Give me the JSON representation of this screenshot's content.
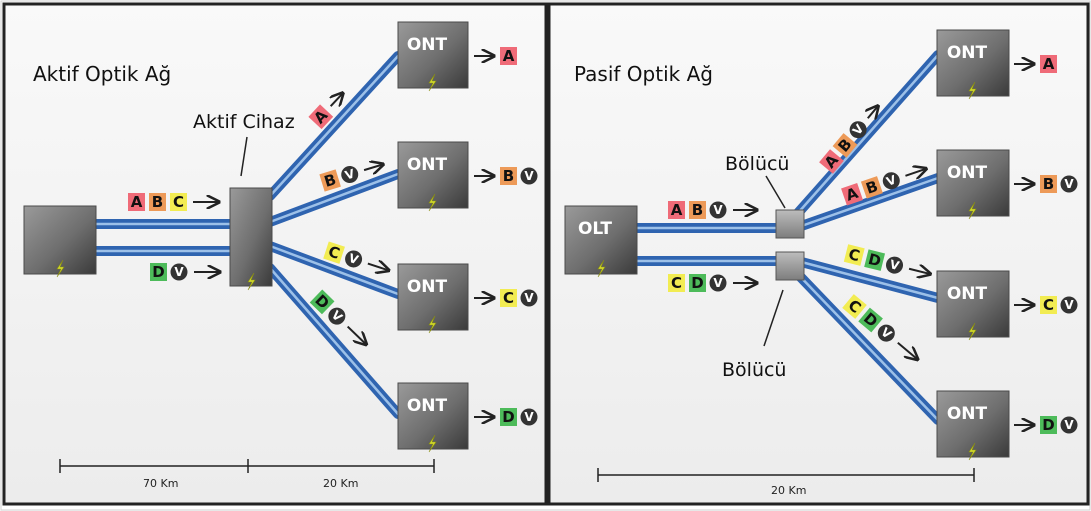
{
  "colors": {
    "A": "#ef6b78",
    "B": "#ed9a58",
    "C": "#f2ec52",
    "D": "#4dbb5a",
    "V": "#333333",
    "fiber": "#2f64b0",
    "fiber_light": "#9cc0e8",
    "bolt": "#d7df2f"
  },
  "left": {
    "title": "Aktif Optik Ağ",
    "active_device_label": "Aktif Cihaz",
    "outputs": [
      {
        "device": "ONT",
        "output": "A"
      },
      {
        "device": "ONT",
        "output": "B V"
      },
      {
        "device": "ONT",
        "output": "C V"
      },
      {
        "device": "ONT",
        "output": "D V"
      }
    ],
    "input_signals": [
      "A B C",
      "D V"
    ],
    "branch_signals": [
      "A",
      "B V",
      "C V",
      "D V"
    ],
    "scale": [
      "70 Km",
      "20 Km"
    ]
  },
  "right": {
    "title": "Pasif Optik Ağ",
    "olt_label": "OLT",
    "splitter_label_top": "Bölücü",
    "splitter_label_bottom": "Bölücü",
    "outputs": [
      {
        "device": "ONT",
        "output": "A"
      },
      {
        "device": "ONT",
        "output": "B V"
      },
      {
        "device": "ONT",
        "output": "C V"
      },
      {
        "device": "ONT",
        "output": "D V"
      }
    ],
    "input_signals": [
      "A B V",
      "C D V"
    ],
    "branch_signals": [
      "A B V",
      "A B V",
      "C D V",
      "C D V"
    ],
    "scale": [
      "20 Km"
    ]
  }
}
